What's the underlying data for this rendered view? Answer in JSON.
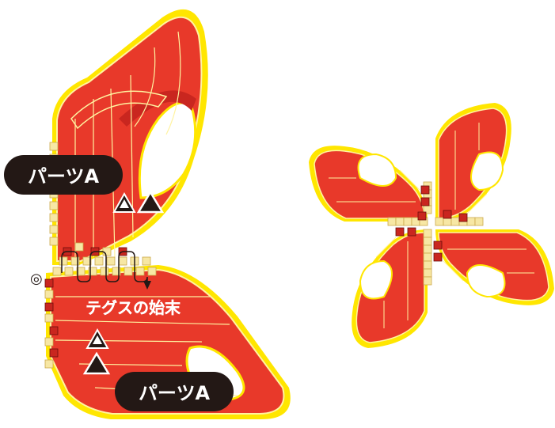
{
  "labels": {
    "parts_a_top": "パーツA",
    "parts_a_bottom": "パーツA",
    "thread_ends": "テグスの始末",
    "circle_mark": "◎"
  },
  "colors": {
    "ribbon_red": "#e8392a",
    "ribbon_outline": "#ffe600",
    "ribbon_edge": "#fff3a0",
    "bead_light": "#f7e7a4",
    "bead_dark": "#c9261f",
    "pill_bg": "#231815",
    "pill_text": "#ffffff"
  },
  "markers": {
    "triangle_outline": "triangle-outline-icon",
    "triangle_solid": "triangle-solid-icon"
  }
}
